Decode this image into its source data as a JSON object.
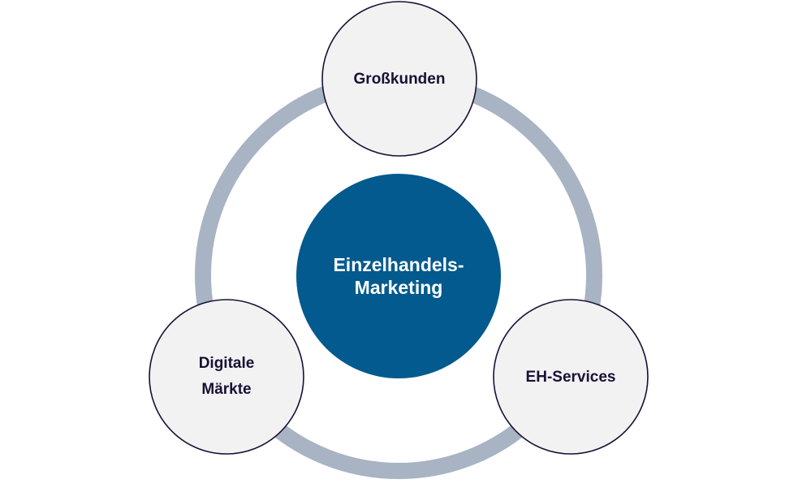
{
  "colors": {
    "ring": "#a8b3c4",
    "center_fill": "#025a8e",
    "center_text": "#ffffff",
    "node_fill": "#f2f2f3",
    "node_stroke": "#1a1034",
    "node_text": "#1a1034"
  },
  "center": {
    "line1": "Einzelhandels-",
    "line2": "Marketing"
  },
  "nodes": {
    "top": {
      "label": "Großkunden"
    },
    "left": {
      "line1": "Digitale",
      "line2": "Märkte"
    },
    "right": {
      "label": "EH-Services"
    }
  }
}
